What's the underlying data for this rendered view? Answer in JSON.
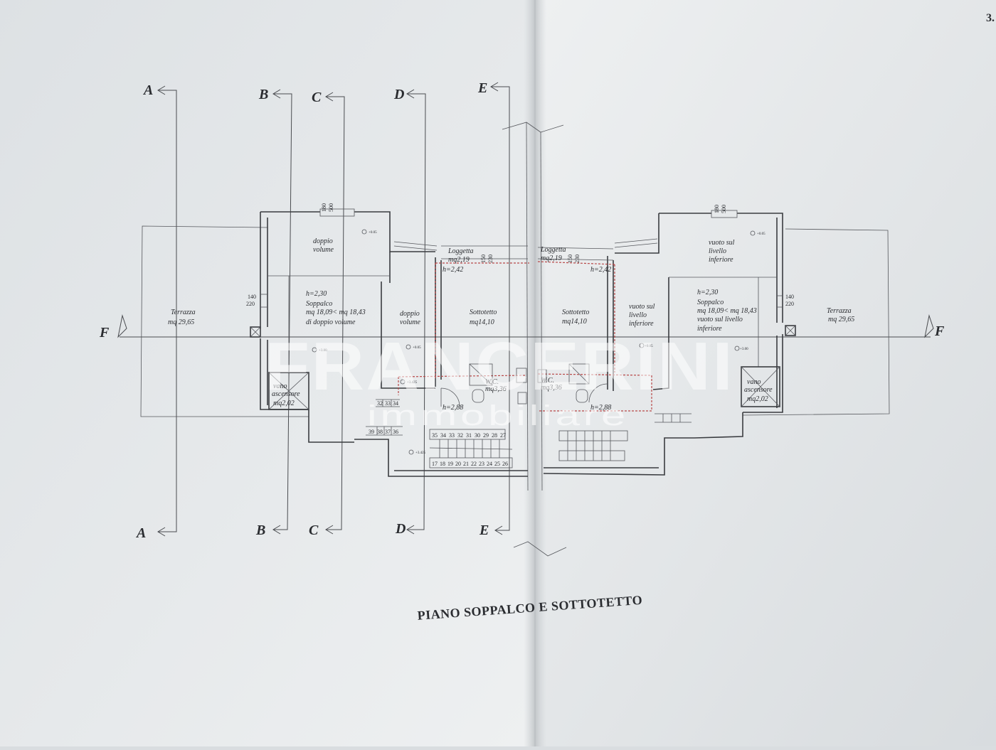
{
  "sheet_number": "3.",
  "title": "PIANO SOPPALCO E SOTTOTETTO",
  "section_letters": {
    "a": "A",
    "b": "B",
    "c": "C",
    "d": "D",
    "e": "E",
    "f": "F"
  },
  "left": {
    "terrace": {
      "name": "Terrazza",
      "area": "mq 29,65"
    },
    "double_volume": {
      "l1": "doppio",
      "l2": "volume"
    },
    "mezzanine": {
      "h": "h=2,30",
      "name": "Soppalco",
      "area": "mq 18,09< mq 18,43",
      "note": "di doppio volume"
    },
    "double_volume_2": {
      "l1": "doppio",
      "l2": "volume"
    },
    "attic": {
      "name": "Sottotetto",
      "area": "mq14,10"
    },
    "loggia": {
      "name": "Loggetta",
      "area": "mq2,19"
    },
    "attic_height": "h=2,42",
    "wc": {
      "name": "W.C.",
      "area": "mq3,36"
    },
    "wc_height": "h=2,88",
    "lift": {
      "l1": "vano",
      "l2": "ascensore",
      "area": "mq2,02"
    },
    "window_top": {
      "a": "180",
      "b": "500"
    },
    "window_side": {
      "a": "140",
      "b": "220"
    },
    "loggia_dims": {
      "a": "150",
      "b": "230"
    },
    "levels": {
      "l1": "+0.05",
      "l2": "+3.00",
      "l3": "+0.05",
      "l4": "+3.425",
      "l5": "+3.425"
    }
  },
  "right": {
    "terrace": {
      "name": "Terrazza",
      "area": "mq 29,65"
    },
    "void_top": {
      "l1": "vuoto sul",
      "l2": "livello",
      "l3": "inferiore"
    },
    "mezzanine": {
      "h": "h=2,30",
      "name": "Soppalco",
      "area": "mq 18,09< mq 18,43",
      "note1": "vuoto sul livello",
      "note2": "inferiore"
    },
    "void_mid": {
      "l1": "vuoto sul",
      "l2": "livello",
      "l3": "inferiore"
    },
    "attic": {
      "name": "Sottotetto",
      "area": "mq14,10"
    },
    "loggia": {
      "name": "Loggetta",
      "area": "mq2,19"
    },
    "attic_height": "h=2,42",
    "wc": {
      "name": "W.C.",
      "area": "mq3,36"
    },
    "wc_height": "h=2,88",
    "lift": {
      "l1": "vano",
      "l2": "ascensore",
      "area": "mq2,02"
    },
    "window_top": {
      "a": "180",
      "b": "500"
    },
    "window_side": {
      "a": "140",
      "b": "220"
    },
    "loggia_dims": {
      "a": "150",
      "b": "230"
    },
    "levels": {
      "l1": "+0.05",
      "l2": "+3.00",
      "l3": "+0.05"
    }
  },
  "stairs": {
    "row_a": [
      "32",
      "33",
      "34"
    ],
    "row_b": [
      "39",
      "38",
      "37",
      "36"
    ],
    "row_c": [
      "35",
      "34",
      "33",
      "32",
      "31",
      "30",
      "29",
      "28",
      "27"
    ],
    "row_d": [
      "17",
      "18",
      "19",
      "20",
      "21",
      "22",
      "23",
      "24",
      "25",
      "26"
    ]
  },
  "watermark": {
    "brand": "FRANCERINI",
    "sub": "immobiliare"
  }
}
